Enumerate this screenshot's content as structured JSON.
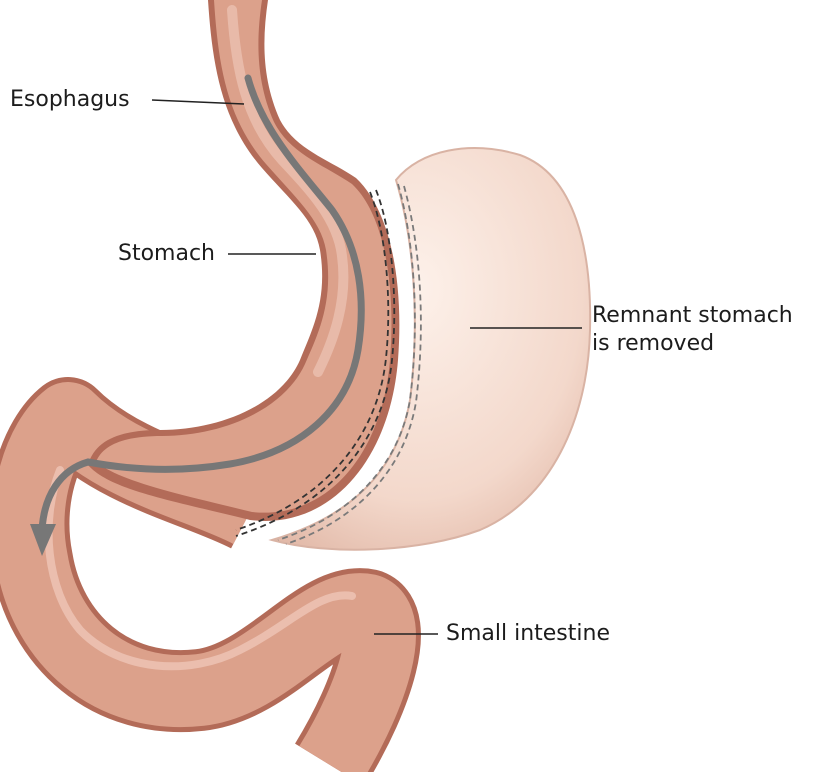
{
  "labels": {
    "esophagus": "Esophagus",
    "stomach": "Stomach",
    "remnant_line1": "Remnant stomach",
    "remnant_line2": "is removed",
    "small_intestine": "Small intestine"
  },
  "colors": {
    "tissue": "#d99c86",
    "tissue_shadow": "#b86f5d",
    "remnant": "#f4dcd1",
    "remnant_edge": "#d9b3a4",
    "flow_arrow": "#777777",
    "staple_line": "#333333",
    "leader_line": "#222222"
  }
}
